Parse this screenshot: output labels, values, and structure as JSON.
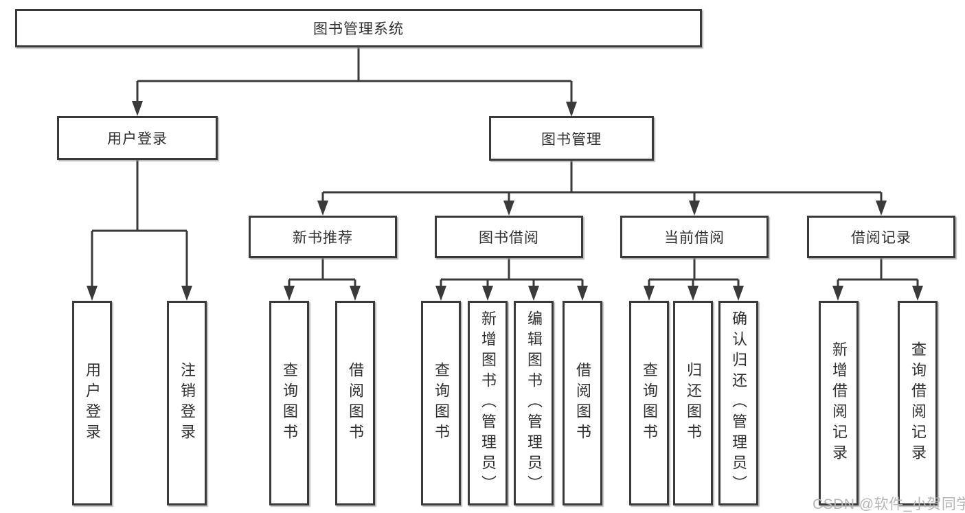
{
  "diagram": {
    "tree": {
      "root": {
        "label": "图书管理系统"
      },
      "branches": [
        {
          "label": "用户登录",
          "children": [
            {
              "label": "用户登录"
            },
            {
              "label": "注销登录"
            }
          ]
        },
        {
          "label": "图书管理",
          "groups": [
            {
              "label": "新书推荐",
              "children": [
                {
                  "label": "查询图书"
                },
                {
                  "label": "借阅图书"
                }
              ]
            },
            {
              "label": "图书借阅",
              "children": [
                {
                  "label": "查询图书"
                },
                {
                  "label": "新增图书（管理员）"
                },
                {
                  "label": "编辑图书（管理员）"
                },
                {
                  "label": "借阅图书"
                }
              ]
            },
            {
              "label": "当前借阅",
              "children": [
                {
                  "label": "查询图书"
                },
                {
                  "label": "归还图书"
                },
                {
                  "label": "确认归还（管理员）"
                }
              ]
            },
            {
              "label": "借阅记录",
              "children": [
                {
                  "label": "新增借阅记录"
                },
                {
                  "label": "查询借阅记录"
                }
              ]
            }
          ]
        }
      ]
    },
    "colors": {
      "line": "#3a3a3a",
      "text": "#2f2f2f",
      "background": "#ffffff",
      "watermark_color": "#b5b5b5"
    }
  },
  "watermark": {
    "text": "CSDN @软件_小贺同学"
  }
}
